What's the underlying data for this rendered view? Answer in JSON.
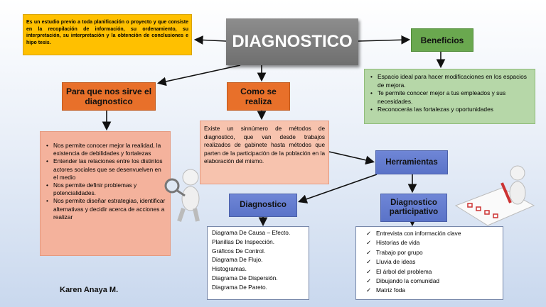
{
  "title": "DIAGNOSTICO",
  "definition": "Es un estudio previo a toda planificación o proyecto y que consiste en la recopilación de información, su ordenamiento, su interpretación, su interpretación y la obtención de conclusiones e hipo tesis.",
  "benefits": {
    "heading": "Beneficios",
    "items": [
      "Espacio ideal para hacer modificaciones en los espacios de mejora.",
      "Te permite conocer mejor a tus empleados y sus necesidades.",
      "Reconocerás las fortalezas y oportunidades"
    ]
  },
  "purpose": {
    "heading": "Para que nos sirve el diagnostico",
    "items": [
      "Nos permite conocer mejor la realidad, la existencia de debilidades y fortalezas",
      "Entender las relaciones entre los distintos actores sociales que se desenvuelven en el medio",
      "Nos permite definir problemas y potencialidades.",
      "Nos permite diseñar estrategias, identificar alternativas y decidir acerca de acciones a realizar"
    ]
  },
  "how": {
    "heading": "Como se realiza",
    "text": "Existe un sinnúmero de métodos de diagnostico, que van desde trabajos realizados de gabinete hasta métodos que parten de la participación de la población en la elaboración del mismo."
  },
  "tools": {
    "heading": "Herramientas",
    "diagnostico": {
      "heading": "Diagnostico",
      "items": [
        "Diagrama De Causa – Efecto.",
        "Planillas De Inspección.",
        "Gráficos De Control.",
        "Diagrama De Flujo.",
        "Histogramas.",
        "Diagrama De Dispersión.",
        "Diagrama De Pareto."
      ]
    },
    "participativo": {
      "heading": "Diagnostico participativo",
      "items": [
        "Entrevista con información clave",
        "Historias de vida",
        "Trabajo por grupo",
        "Lluvia de ideas",
        "El árbol del problema",
        "Dibujando la comunidad",
        "Matriz foda"
      ]
    }
  },
  "author": "Karen Anaya M."
}
